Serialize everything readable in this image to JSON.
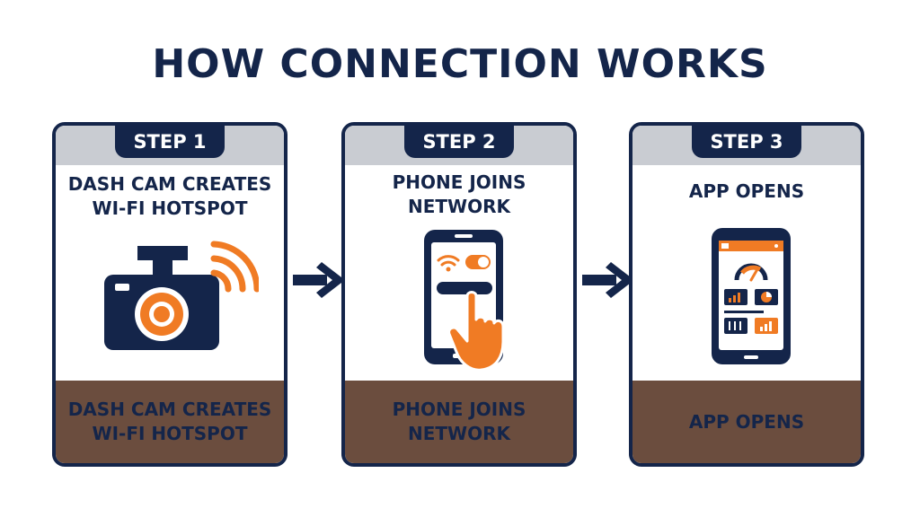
{
  "title": "HOW CONNECTION WORKS",
  "colors": {
    "navy": "#14254a",
    "orange": "#f07b24",
    "brown": "#6b4d3e",
    "band": "#c9ccd2"
  },
  "steps": [
    {
      "tab": "STEP 1",
      "heading": "DASH CAM CREATES\nWI-FI HOTSPOT",
      "footer": "DASH CAM CREATES\nWI-FI HOTSPOT",
      "icon": "dash-cam-wifi-icon"
    },
    {
      "tab": "STEP 2",
      "heading": "PHONE JOINS\nNETWORK",
      "footer": "PHONE JOINS\nNETWORK",
      "icon": "phone-tap-icon"
    },
    {
      "tab": "STEP 3",
      "heading": "APP OPENS",
      "footer": "APP OPENS",
      "icon": "app-dashboard-icon"
    }
  ],
  "connectors": [
    "arrow-right-icon",
    "arrow-right-icon"
  ]
}
